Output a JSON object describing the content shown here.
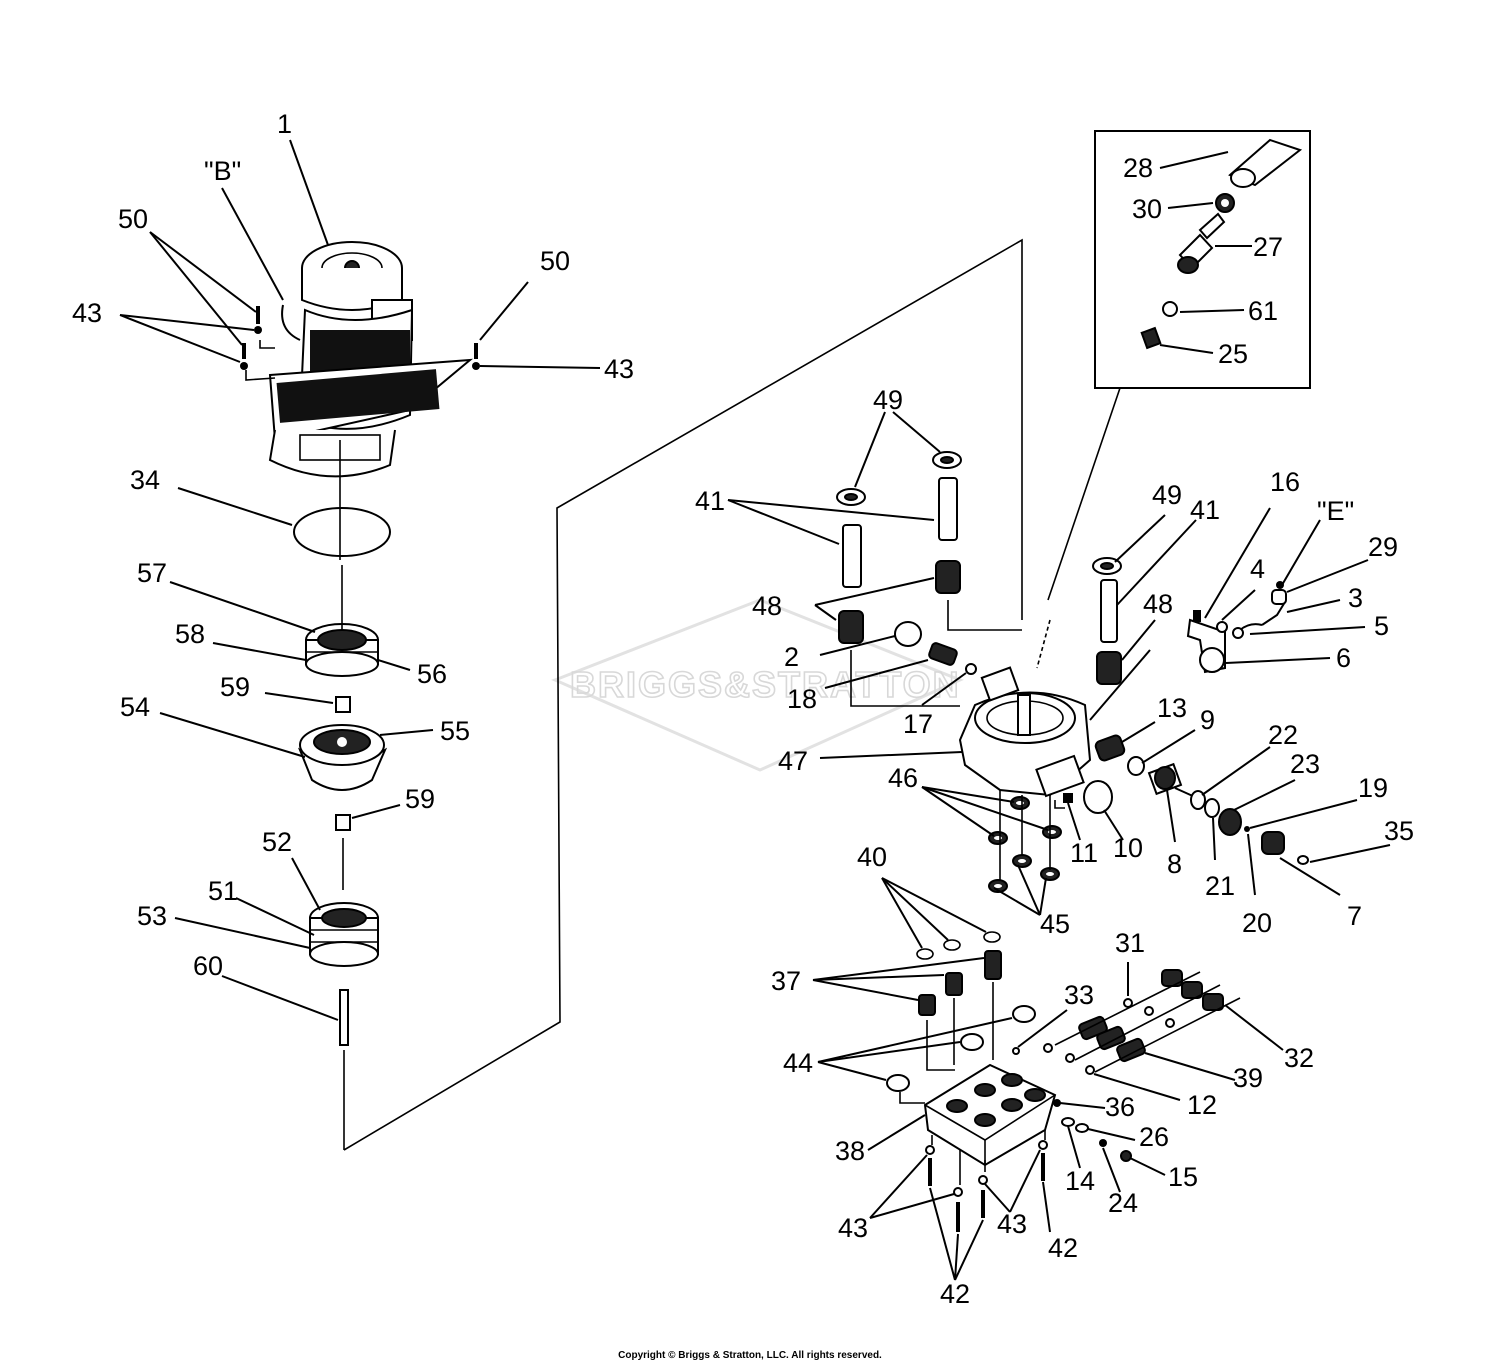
{
  "diagram": {
    "watermark": "BRIGGS&STRATTON",
    "copyright": "Copyright © Briggs & Stratton, LLC. All rights reserved.",
    "labels": {
      "l1": "1",
      "lB": "\"B\"",
      "l50a": "50",
      "l43a": "43",
      "l50b": "50",
      "l43b": "43",
      "l34": "34",
      "l57": "57",
      "l58": "58",
      "l56": "56",
      "l59a": "59",
      "l54": "54",
      "l55": "55",
      "l59b": "59",
      "l52": "52",
      "l51": "51",
      "l53": "53",
      "l60": "60",
      "l28": "28",
      "l30": "30",
      "l27": "27",
      "l61": "61",
      "l25": "25",
      "l49a": "49",
      "l41a": "41",
      "l48a": "48",
      "l2": "2",
      "l18": "18",
      "l17": "17",
      "l47": "47",
      "l46": "46",
      "l11": "11",
      "l10": "10",
      "l45": "45",
      "l49b": "49",
      "l41b": "41",
      "l48b": "48",
      "l16": "16",
      "lE": "\"E\"",
      "l4": "4",
      "l29": "29",
      "l3": "3",
      "l5": "5",
      "l6": "6",
      "l13": "13",
      "l9": "9",
      "l22": "22",
      "l23": "23",
      "l19": "19",
      "l35": "35",
      "l8": "8",
      "l21": "21",
      "l20": "20",
      "l7": "7",
      "l40": "40",
      "l37": "37",
      "l44": "44",
      "l33": "33",
      "l31": "31",
      "l32": "32",
      "l39": "39",
      "l12": "12",
      "l36": "36",
      "l26": "26",
      "l38": "38",
      "l14": "14",
      "l24": "24",
      "l15": "15",
      "l43c": "43",
      "l43d": "43",
      "l42a": "42",
      "l42b": "42"
    }
  }
}
